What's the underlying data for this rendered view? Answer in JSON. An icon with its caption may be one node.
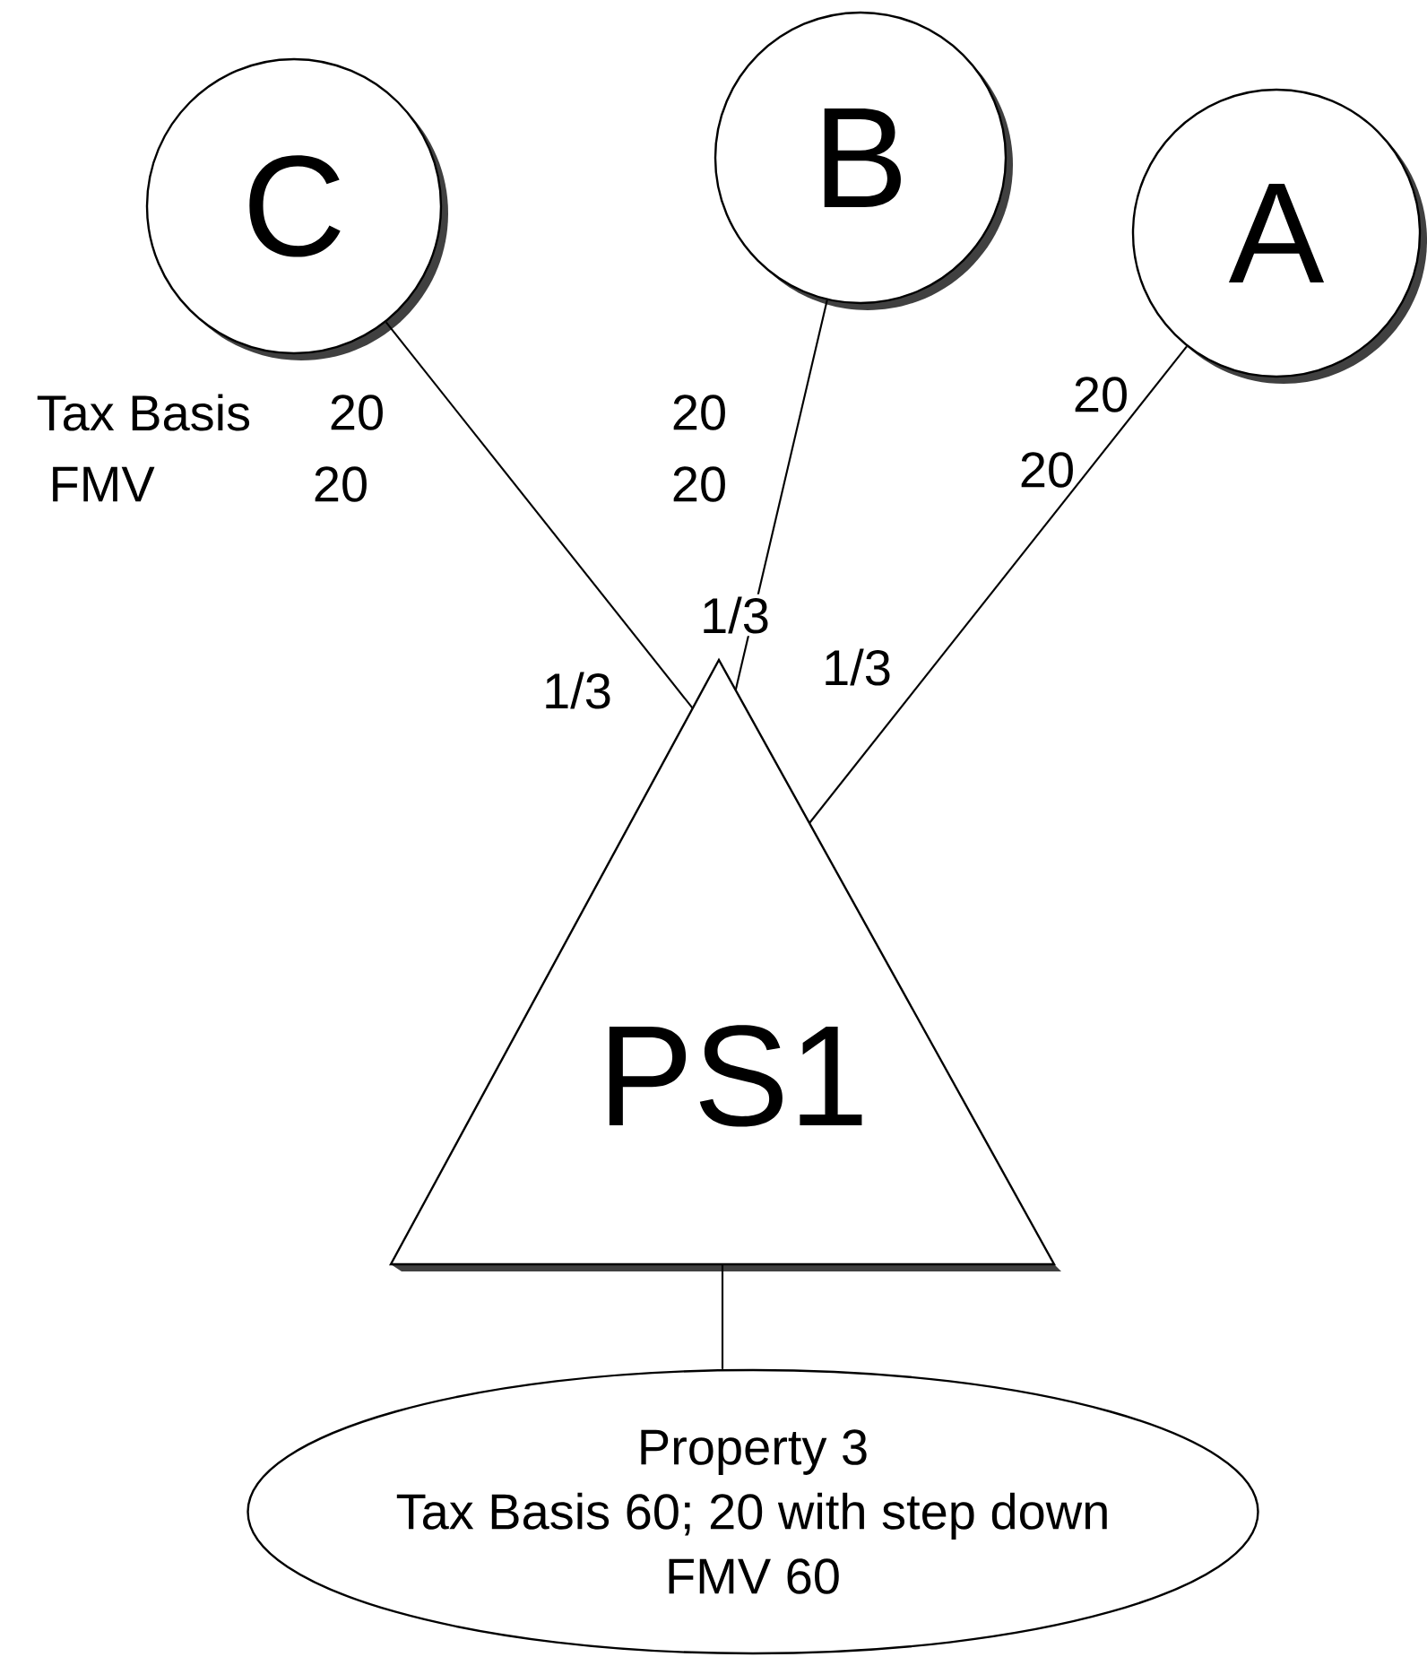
{
  "diagram": {
    "nodes": [
      {
        "text": [
          "C"
        ]
      },
      {
        "text": [
          "B"
        ]
      },
      {
        "text": [
          "A"
        ]
      },
      {
        "text": [
          "PS1"
        ]
      },
      {
        "text": [
          "Property 3",
          "Tax Basis  60; 20 with step down",
          "FMV      60"
        ]
      }
    ],
    "edges": [
      {
        "from": 0,
        "to": 3,
        "arrow": "none",
        "label": "1/3"
      },
      {
        "from": 1,
        "to": 3,
        "arrow": "none",
        "label": "1/3"
      },
      {
        "from": 2,
        "to": 3,
        "arrow": "none",
        "label": "1/3"
      },
      {
        "from": 3,
        "to": 4,
        "arrow": "none"
      }
    ],
    "labels": [
      "Tax Basis",
      "20",
      "20",
      "20",
      "FMV",
      "20",
      "20",
      "20"
    ]
  }
}
